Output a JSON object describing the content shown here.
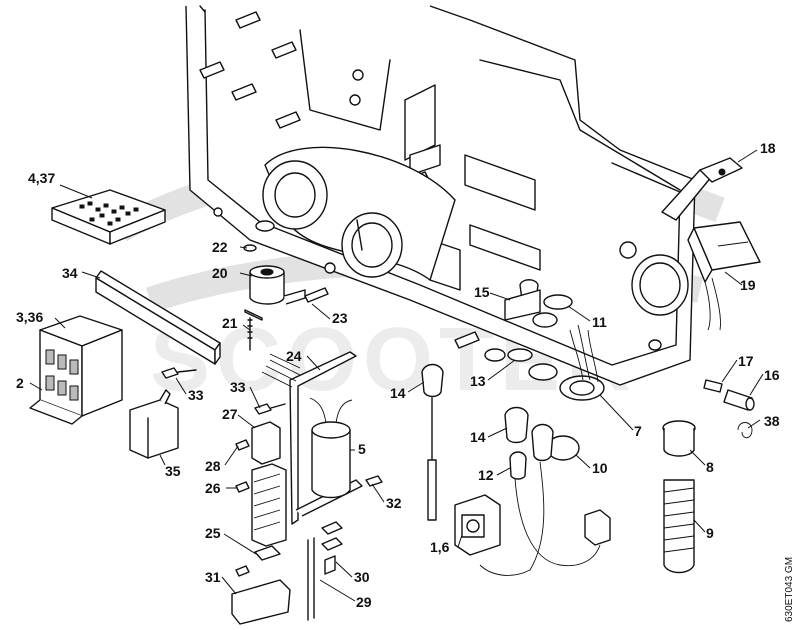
{
  "diagram": {
    "drawing_code": "630ET043 GM",
    "watermark_text": "SCOOTER",
    "callouts": [
      {
        "id": "c18",
        "text": "18"
      },
      {
        "id": "c437",
        "text": "4,37"
      },
      {
        "id": "c22",
        "text": "22"
      },
      {
        "id": "c20",
        "text": "20"
      },
      {
        "id": "c19",
        "text": "19"
      },
      {
        "id": "c34",
        "text": "34"
      },
      {
        "id": "c15",
        "text": "15"
      },
      {
        "id": "c11",
        "text": "11"
      },
      {
        "id": "c336",
        "text": "3,36"
      },
      {
        "id": "c21",
        "text": "21"
      },
      {
        "id": "c23",
        "text": "23"
      },
      {
        "id": "c13",
        "text": "13"
      },
      {
        "id": "c24",
        "text": "24"
      },
      {
        "id": "c17",
        "text": "17"
      },
      {
        "id": "c16",
        "text": "16"
      },
      {
        "id": "c2",
        "text": "2"
      },
      {
        "id": "c14a",
        "text": "14"
      },
      {
        "id": "c33a",
        "text": "33"
      },
      {
        "id": "c33b",
        "text": "33"
      },
      {
        "id": "c7",
        "text": "7"
      },
      {
        "id": "c38",
        "text": "38"
      },
      {
        "id": "c27",
        "text": "27"
      },
      {
        "id": "c14b",
        "text": "14"
      },
      {
        "id": "c5",
        "text": "5"
      },
      {
        "id": "c8",
        "text": "8"
      },
      {
        "id": "c10",
        "text": "10"
      },
      {
        "id": "c35",
        "text": "35"
      },
      {
        "id": "c12",
        "text": "12"
      },
      {
        "id": "c28",
        "text": "28"
      },
      {
        "id": "c26",
        "text": "26"
      },
      {
        "id": "c32",
        "text": "32"
      },
      {
        "id": "c9",
        "text": "9"
      },
      {
        "id": "c25",
        "text": "25"
      },
      {
        "id": "c16b",
        "text": "1,6"
      },
      {
        "id": "c30",
        "text": "30"
      },
      {
        "id": "c31",
        "text": "31"
      },
      {
        "id": "c29",
        "text": "29"
      }
    ]
  }
}
